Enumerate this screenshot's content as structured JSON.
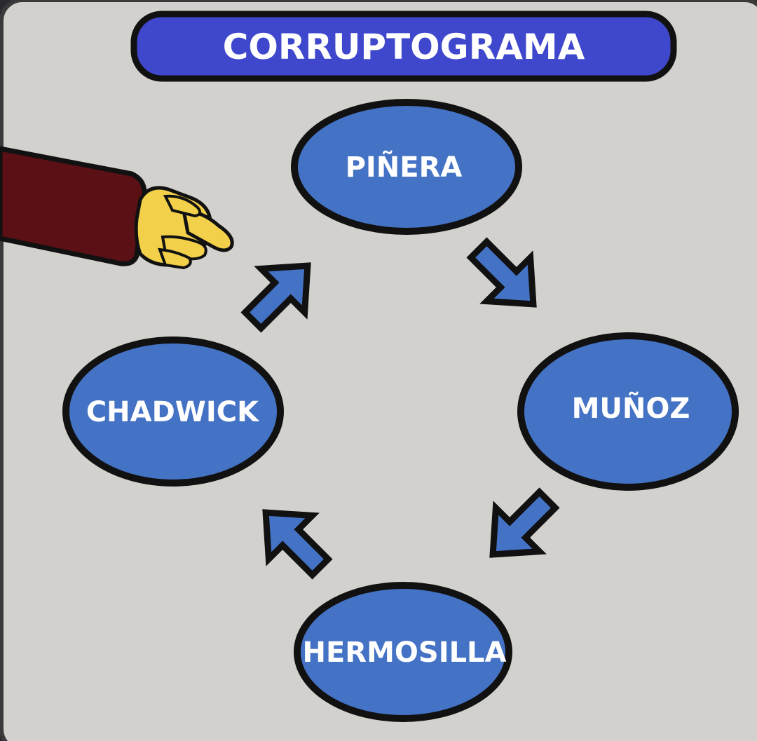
{
  "title": "CORRUPTOGRAMA",
  "nodes": [
    {
      "id": "pinera",
      "label": "PIÑERA"
    },
    {
      "id": "munoz",
      "label": "MUÑOZ"
    },
    {
      "id": "hermosilla",
      "label": "HERMOSILLA"
    },
    {
      "id": "chadwick",
      "label": "CHADWICK"
    }
  ],
  "cycle": [
    "PIÑERA",
    "MUÑOZ",
    "HERMOSILLA",
    "CHADWICK"
  ],
  "colors": {
    "board": "#d3d1cd",
    "node_fill": "#4472c4",
    "title_fill": "#3f48cc",
    "outline": "#111111",
    "sleeve": "#5a1014",
    "hand": "#f2d04a"
  },
  "icons": [
    "pointing-hand-icon"
  ]
}
